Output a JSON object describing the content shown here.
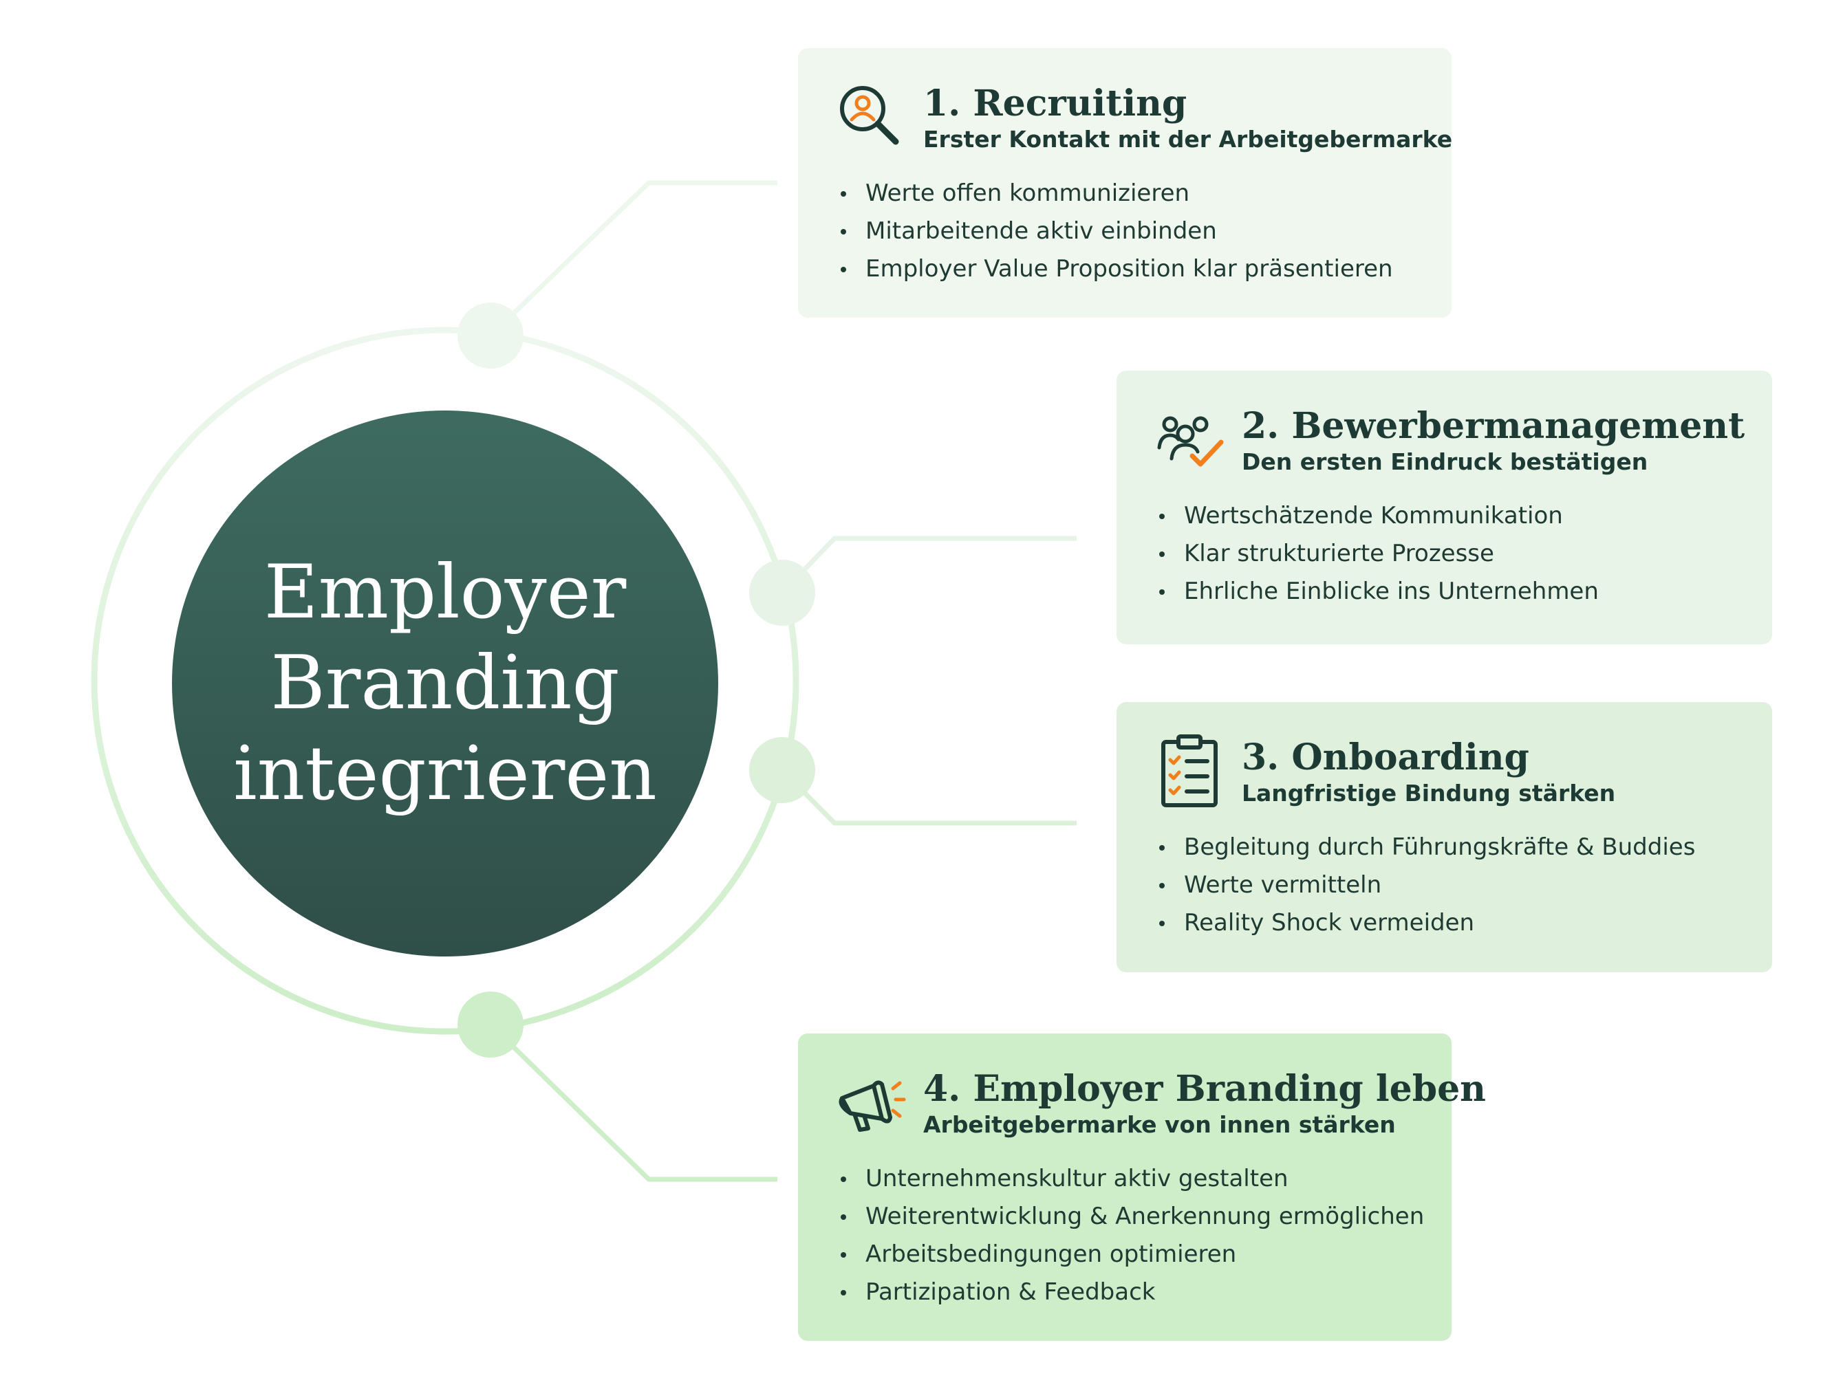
{
  "center": {
    "lines": [
      "Employer",
      "Branding",
      "integrieren"
    ]
  },
  "colors": {
    "center_gradient_top": "#3e6b60",
    "center_gradient_bottom": "#2f4f48",
    "accent_orange": "#f07f1c",
    "icon_dark": "#1d3b34"
  },
  "cards": [
    {
      "title": "1. Recruiting",
      "subtitle": "Erster Kontakt mit der Arbeitgebermarke",
      "icon": "magnifier-person-icon",
      "items": [
        "Werte offen kommunizieren",
        "Mitarbeitende aktiv einbinden",
        "Employer Value Proposition klar präsentieren"
      ]
    },
    {
      "title": "2. Bewerbermanagement",
      "subtitle": "Den ersten Eindruck bestätigen",
      "icon": "people-check-icon",
      "items": [
        "Wertschätzende Kommunikation",
        "Klar strukturierte Prozesse",
        "Ehrliche Einblicke ins Unternehmen"
      ]
    },
    {
      "title": "3. Onboarding",
      "subtitle": "Langfristige Bindung stärken",
      "icon": "clipboard-checklist-icon",
      "items": [
        "Begleitung durch Führungskräfte & Buddies",
        "Werte vermitteln",
        "Reality Shock vermeiden"
      ]
    },
    {
      "title": "4. Employer Branding leben",
      "subtitle": "Arbeitgebermarke von innen stärken",
      "icon": "megaphone-icon",
      "items": [
        "Unternehmenskultur aktiv gestalten",
        "Weiterentwicklung & Anerkennung ermöglichen",
        "Arbeitsbedingungen optimieren",
        "Partizipation & Feedback"
      ]
    }
  ]
}
